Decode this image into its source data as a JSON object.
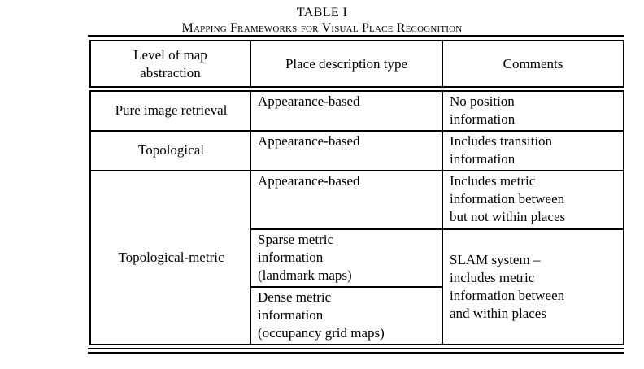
{
  "page": {
    "background_color": "#ffffff",
    "text_color": "#000000",
    "border_color": "#000000"
  },
  "caption": {
    "label": "TABLE I",
    "title": "Mapping Frameworks for Visual Place Recognition"
  },
  "table": {
    "headers": {
      "abstraction": "Level of map\nabstraction",
      "description": "Place description type",
      "comments": "Comments"
    },
    "rows": {
      "pure_image_retrieval": {
        "abstraction": "Pure image retrieval",
        "description": "Appearance-based",
        "comments": "No position\ninformation"
      },
      "topological": {
        "abstraction": "Topological",
        "description": "Appearance-based",
        "comments": "Includes transition\ninformation"
      },
      "topological_metric": {
        "abstraction": "Topological-metric",
        "appearance": {
          "description": "Appearance-based",
          "comments": "Includes metric\ninformation between\nbut not within places"
        },
        "sparse": {
          "description": "Sparse metric\ninformation\n(landmark maps)"
        },
        "dense": {
          "description": "Dense metric\ninformation\n(occupancy grid maps)"
        },
        "slam_comments": "SLAM system –\nincludes metric\ninformation between\nand within places"
      }
    }
  }
}
